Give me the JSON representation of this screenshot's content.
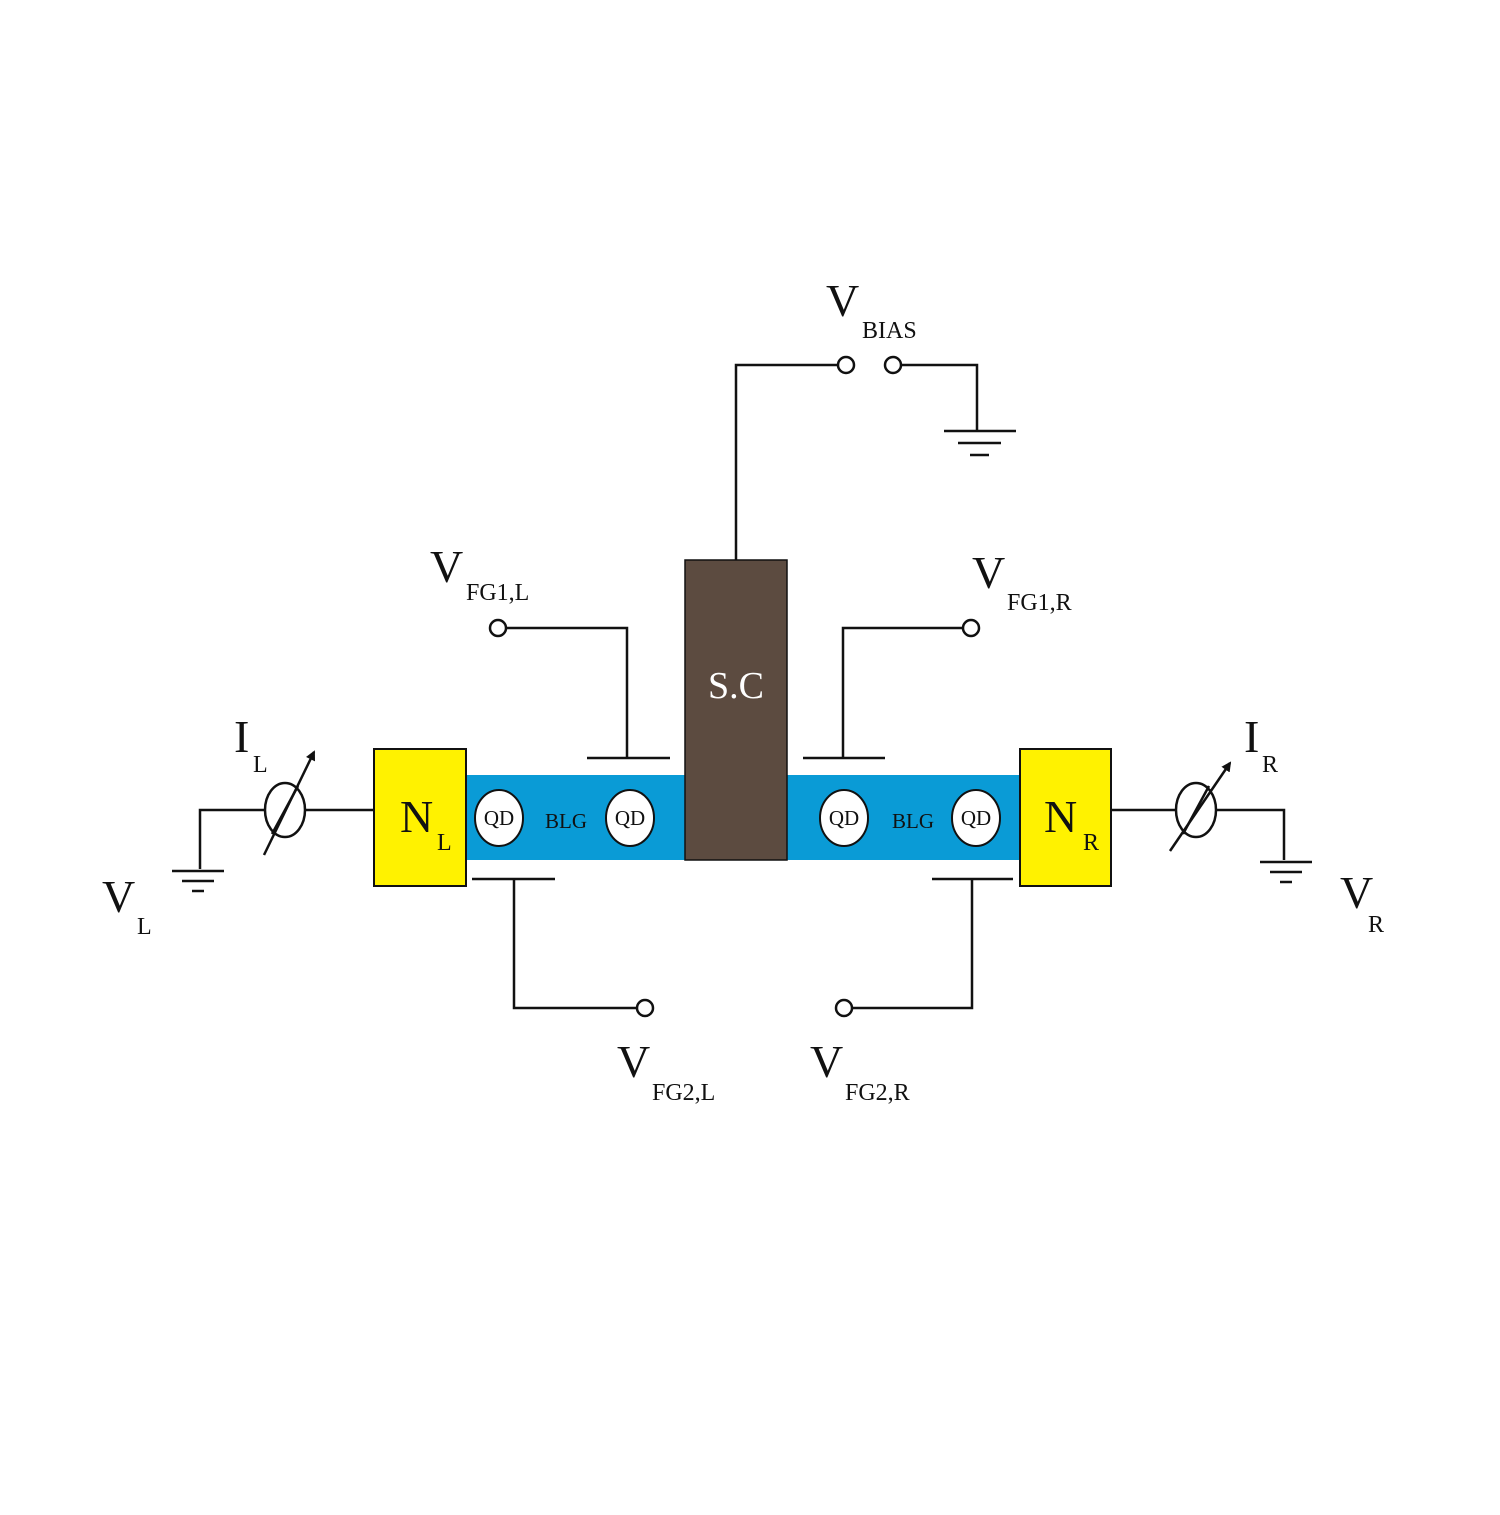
{
  "colors": {
    "superconductor": "#5c4b40",
    "bilayer_graphene": "#0a9bd6",
    "normal_lead": "#fff200",
    "quantum_dot": "#ffffff",
    "wire": "#111111"
  },
  "superconductor": {
    "label": "S.C"
  },
  "leads": {
    "left": {
      "main": "N",
      "sub": "L"
    },
    "right": {
      "main": "N",
      "sub": "R"
    }
  },
  "channels": {
    "left": {
      "label": "BLG",
      "dots": [
        "QD",
        "QD"
      ]
    },
    "right": {
      "label": "BLG",
      "dots": [
        "QD",
        "QD"
      ]
    }
  },
  "voltages": {
    "bias": {
      "main": "V",
      "sub": "BIAS"
    },
    "fg1_l": {
      "main": "V",
      "sub": "FG1,L"
    },
    "fg1_r": {
      "main": "V",
      "sub": "FG1,R"
    },
    "fg2_l": {
      "main": "V",
      "sub": "FG2,L"
    },
    "fg2_r": {
      "main": "V",
      "sub": "FG2,R"
    },
    "v_l": {
      "main": "V",
      "sub": "L"
    },
    "v_r": {
      "main": "V",
      "sub": "R"
    }
  },
  "currents": {
    "left": {
      "main": "I",
      "sub": "L"
    },
    "right": {
      "main": "I",
      "sub": "R"
    }
  },
  "icons": {
    "ammeter": "ammeter-icon",
    "ground": "ground-icon",
    "terminal": "terminal-icon"
  }
}
